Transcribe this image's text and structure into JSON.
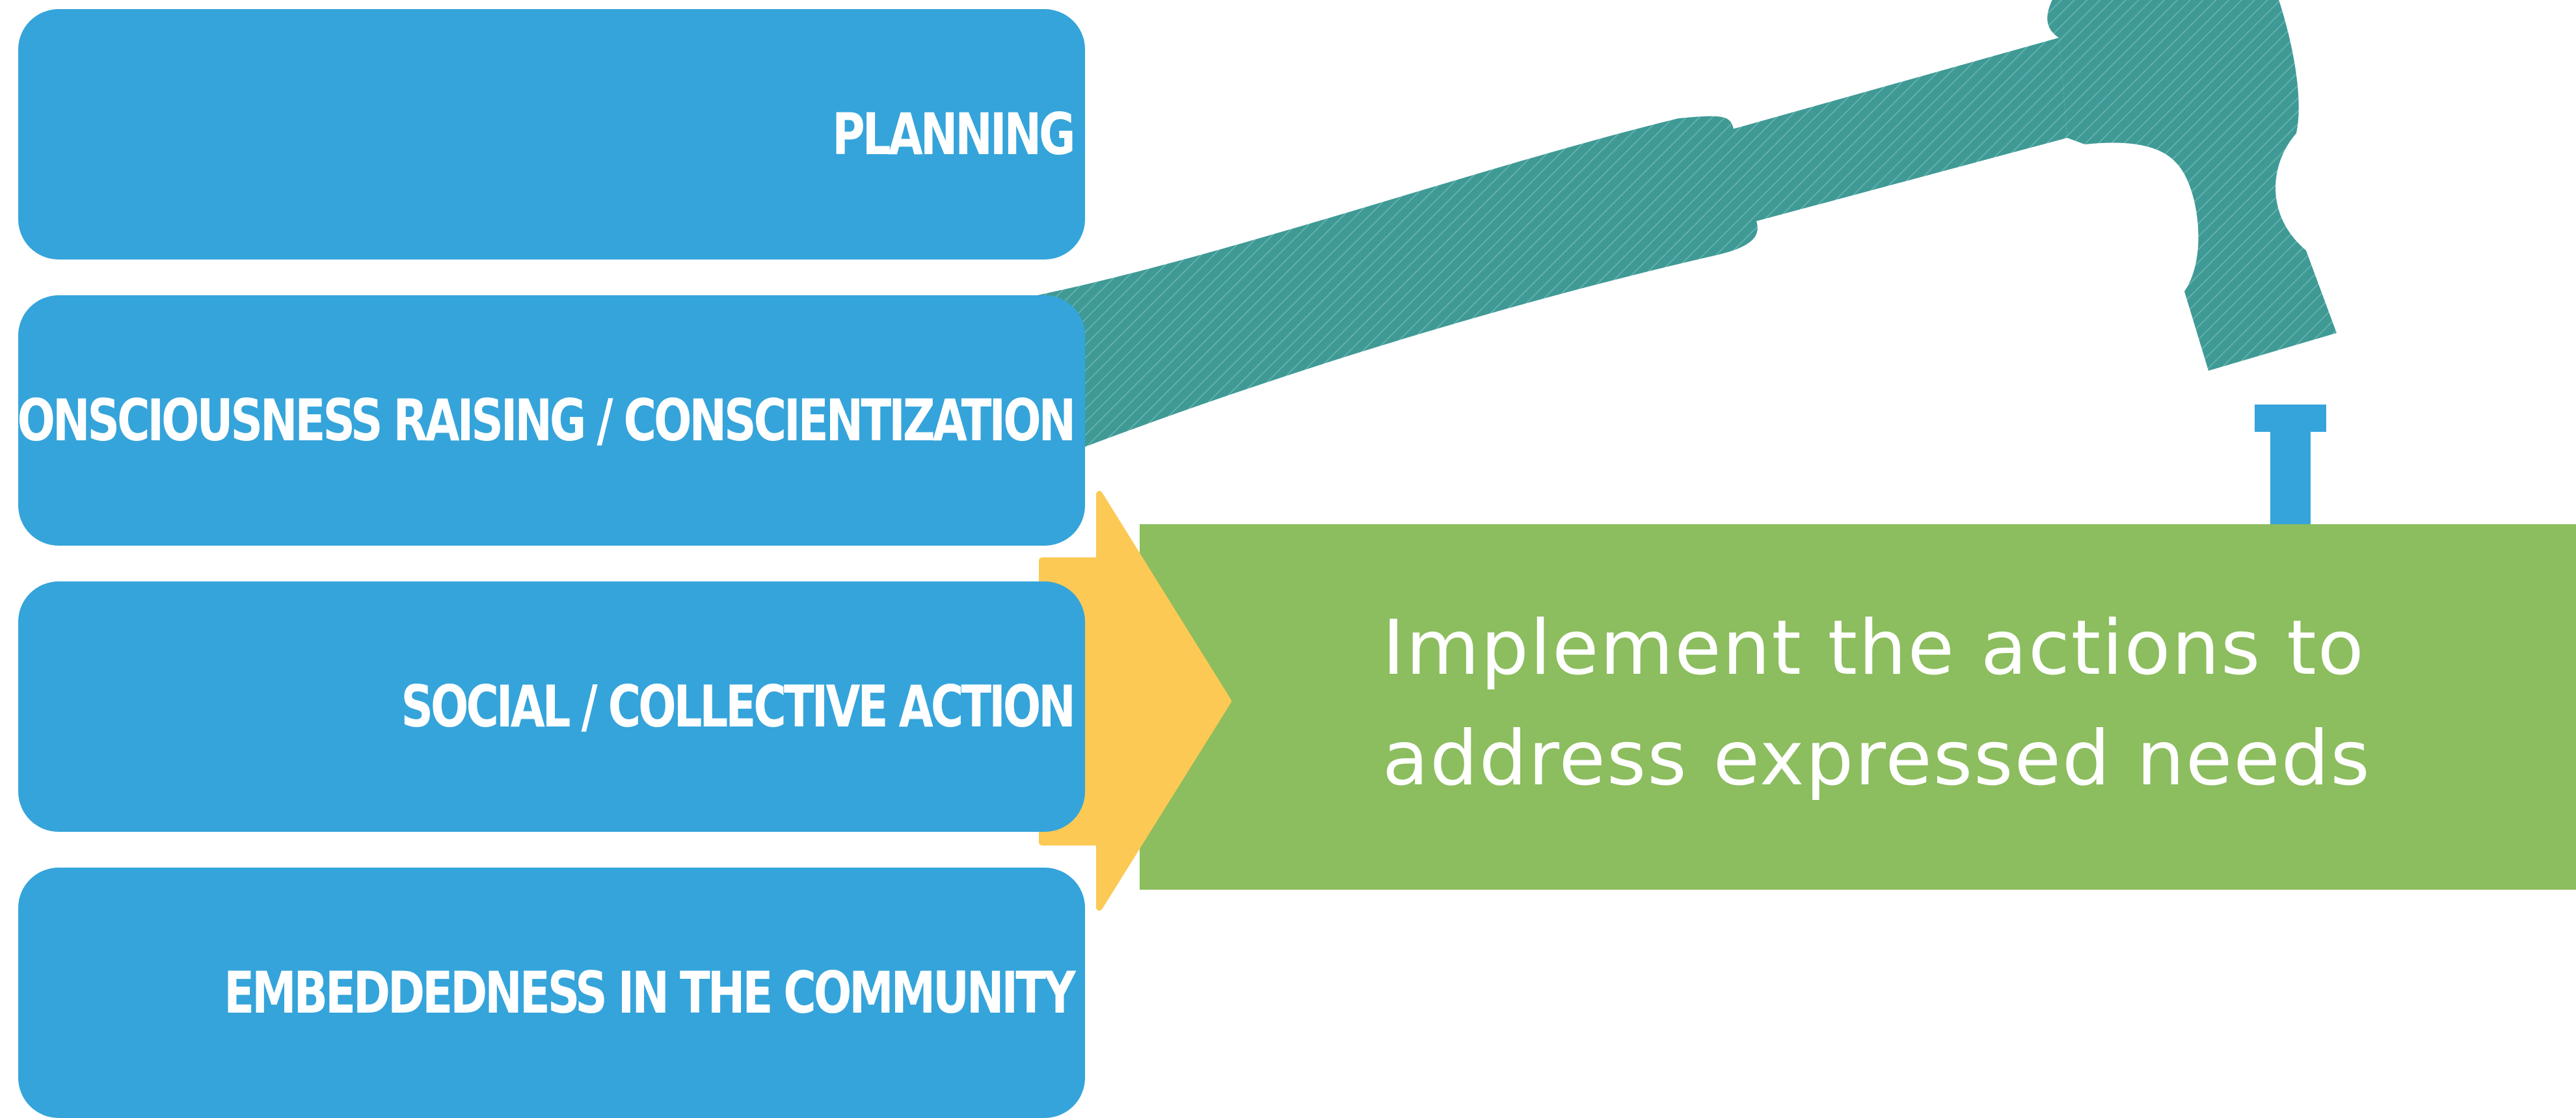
{
  "steps": [
    {
      "label": "PLANNING"
    },
    {
      "label": "CONSCIOUSNESS RAISING / CONSCIENTIZATION"
    },
    {
      "label": "SOCIAL / COLLECTIVE ACTION"
    },
    {
      "label": "EMBEDDEDNESS IN THE COMMUNITY"
    }
  ],
  "result": {
    "line1": "Implement the actions to",
    "line2": "address expressed needs"
  },
  "icons": {
    "hammer": "hammer-icon",
    "nail": "nail-icon",
    "arrow": "arrow-right-icon"
  },
  "colors": {
    "step_fill": "#35a4da",
    "result_fill": "#8cbd5e",
    "arrow_fill": "#fcc955",
    "hammer_fill": "#3f9a96",
    "text": "#ffffff"
  }
}
